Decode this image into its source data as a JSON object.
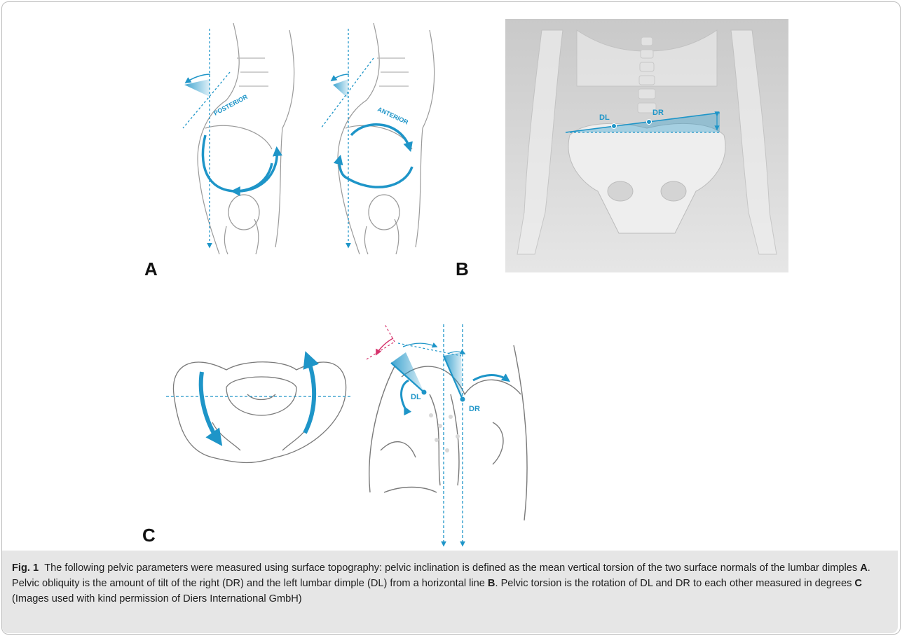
{
  "figure": {
    "panels": {
      "a": "A",
      "b": "B",
      "c": "C"
    },
    "labels": {
      "posterior": "POSTERIOR",
      "anterior": "ANTERIOR",
      "dl": "DL",
      "dr": "DR"
    },
    "colors": {
      "accent": "#1e95c8",
      "magenta": "#d6336c",
      "line": "#6f6f6f",
      "skeleton_bg": "#d0d0d0"
    }
  },
  "caption": {
    "fig": "Fig. 1",
    "t1": "The following pelvic parameters were measured using surface topography: pelvic inclination is defined as the mean vertical torsion of the two surface normals of the lumbar dimples ",
    "ref_a": "A",
    "t2": ". Pelvic obliquity is the amount of tilt of the right (DR) and the left lumbar dimple (DL) from a horizontal line ",
    "ref_b": "B",
    "t3": ". Pelvic torsion is the rotation of DL and DR to each other measured in degrees ",
    "ref_c": "C",
    "t4": " (Images used with kind permission of Diers International GmbH)"
  }
}
